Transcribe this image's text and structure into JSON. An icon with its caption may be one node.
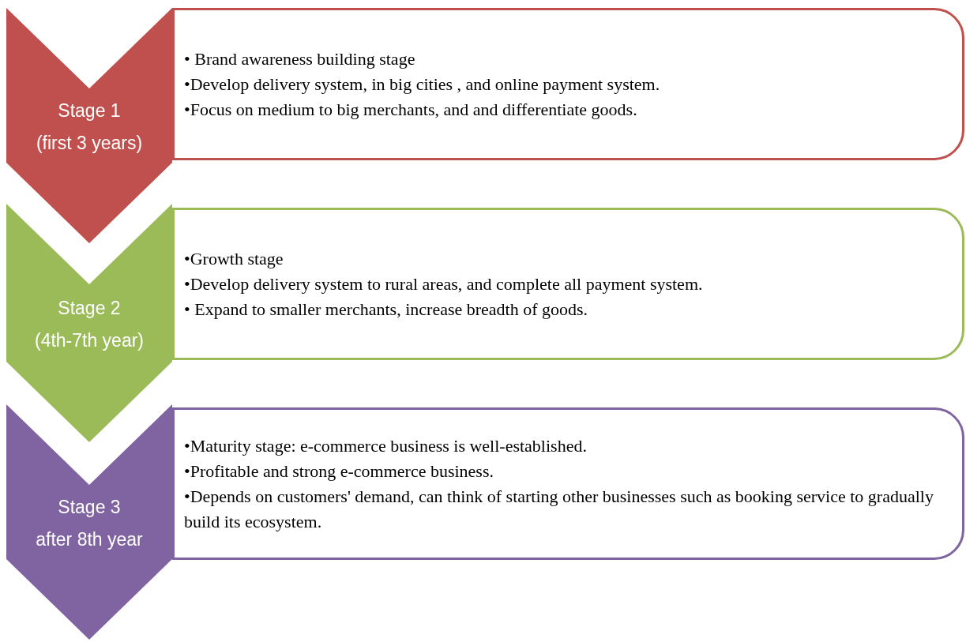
{
  "diagram": {
    "nodes": [
      {
        "text": [
          "Stage 1",
          "(first 3 years)"
        ]
      },
      {
        "text": [
          "• Brand awareness building stage",
          "•Develop delivery system, in big cities , and online payment system.",
          "•Focus on medium to big merchants, and and differentiate goods."
        ]
      },
      {
        "text": [
          "Stage 2",
          "(4th-7th year)"
        ]
      },
      {
        "text": [
          "•Growth stage",
          "•Develop delivery system to rural areas, and  complete all  payment system.",
          "• Expand to smaller merchants, increase breadth of goods."
        ]
      },
      {
        "text": [
          "Stage 3",
          "after 8th year"
        ]
      },
      {
        "text": [
          "•Maturity stage: e-commerce business is well-established.",
          "•Profitable and strong e-commerce business.",
          "•Depends on customers' demand, can think of starting other businesses such as booking service to gradually build its ecosystem."
        ]
      }
    ]
  }
}
